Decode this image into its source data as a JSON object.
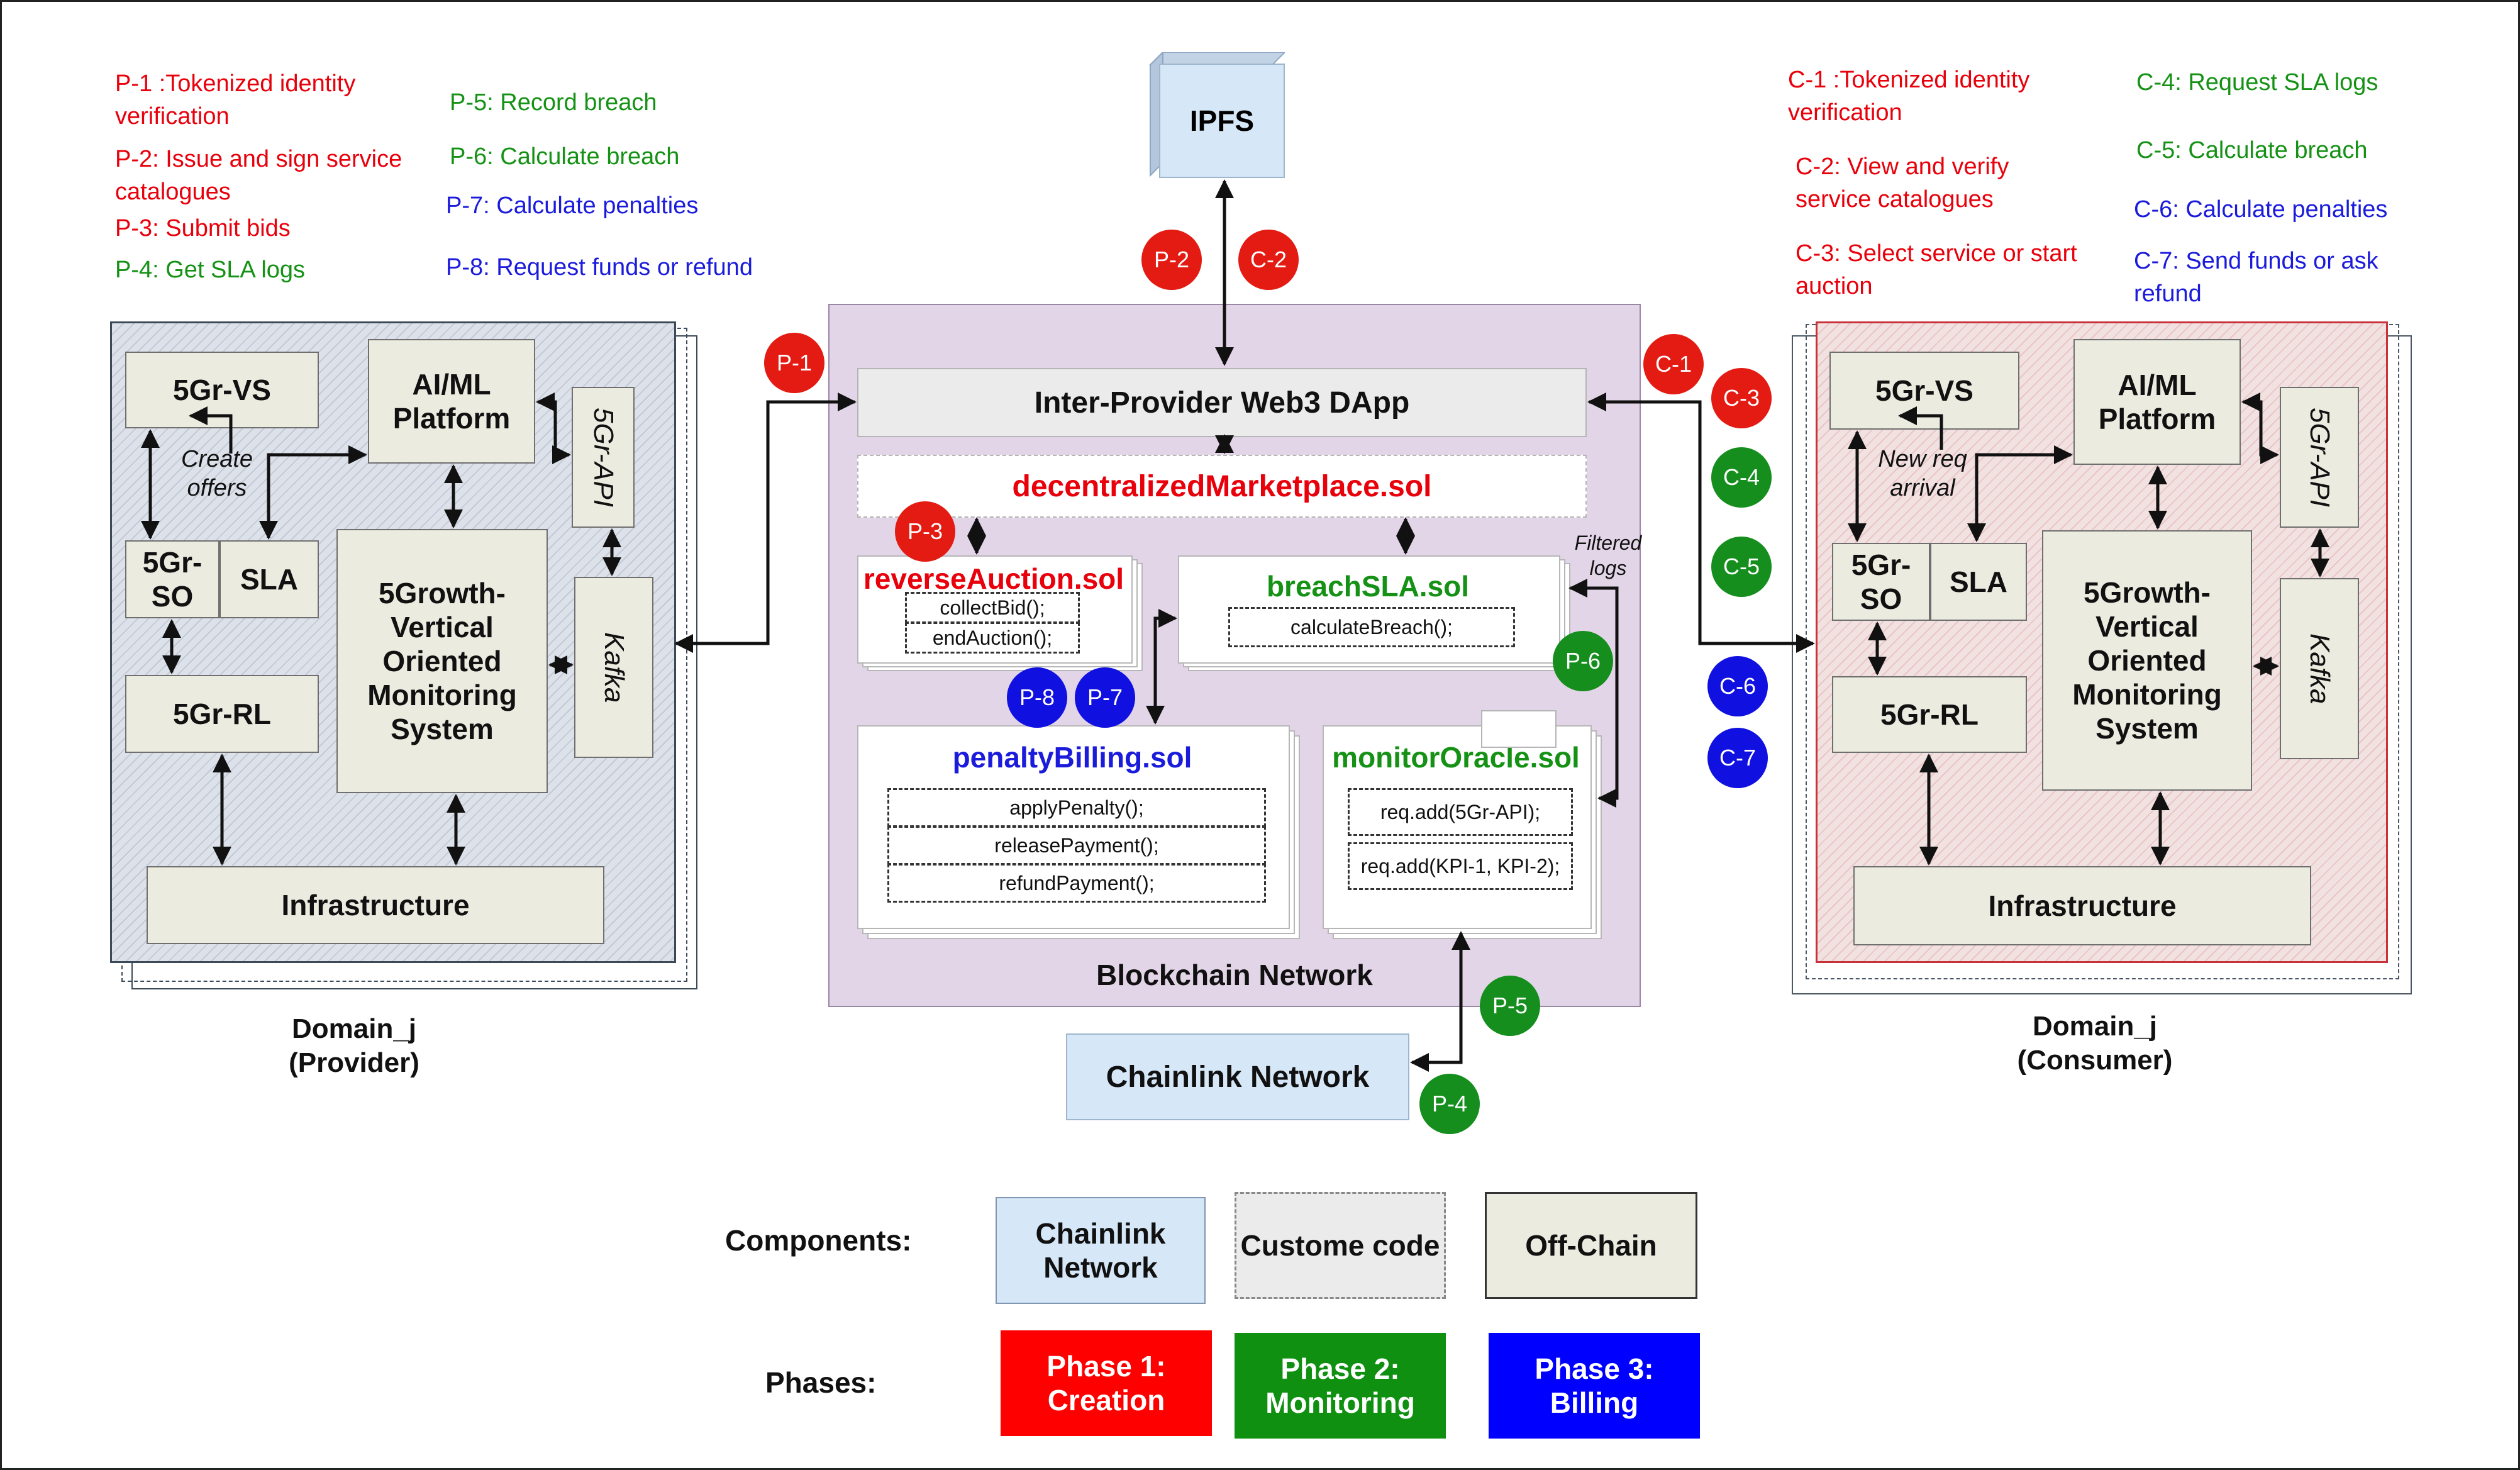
{
  "colors": {
    "red": "#e8000b",
    "green": "#159215",
    "blue": "#1b1bdc",
    "blockchain_bg": "#e3d5e8",
    "chainlink_bg": "#d6e7f7",
    "offchain_bg": "#ecebe0",
    "custom_code_bg": "#ebebeb"
  },
  "provider_steps": {
    "col1": [
      {
        "id": "p1",
        "text": "P-1 :Tokenized identity verification",
        "color": "red"
      },
      {
        "id": "p2",
        "text": "P-2: Issue and sign service catalogues",
        "color": "red"
      },
      {
        "id": "p3",
        "text": "P-3: Submit bids",
        "color": "red"
      },
      {
        "id": "p4",
        "text": "P-4: Get SLA logs",
        "color": "green"
      }
    ],
    "col2": [
      {
        "id": "p5",
        "text": "P-5: Record breach",
        "color": "green"
      },
      {
        "id": "p6",
        "text": "P-6: Calculate breach",
        "color": "green"
      },
      {
        "id": "p7",
        "text": "P-7: Calculate penalties",
        "color": "blue"
      },
      {
        "id": "p8",
        "text": "P-8: Request funds or refund",
        "color": "blue"
      }
    ]
  },
  "consumer_steps": {
    "col1": [
      {
        "id": "c1",
        "text": "C-1 :Tokenized identity verification",
        "color": "red"
      },
      {
        "id": "c2",
        "text": "C-2: View and verify service catalogues",
        "color": "red"
      },
      {
        "id": "c3",
        "text": "C-3: Select service or start auction",
        "color": "red"
      }
    ],
    "col2": [
      {
        "id": "c4",
        "text": "C-4: Request SLA logs",
        "color": "green"
      },
      {
        "id": "c5",
        "text": "C-5: Calculate breach",
        "color": "green"
      },
      {
        "id": "c6",
        "text": "C-6: Calculate penalties",
        "color": "blue"
      },
      {
        "id": "c7",
        "text": "C-7: Send funds or ask refund",
        "color": "blue"
      }
    ]
  },
  "provider_domain": {
    "vs": "5Gr-VS",
    "aiml": "AI/ML Platform",
    "api": "5Gr-API",
    "so": "5Gr-SO",
    "sla": "SLA",
    "vom": "5Growth-Vertical Oriented Monitoring System",
    "kafka": "Kafka",
    "rl": "5Gr-RL",
    "infra": "Infrastructure",
    "note": "Create offers",
    "label_line1": "Domain_j",
    "label_line2": "(Provider)"
  },
  "consumer_domain": {
    "vs": "5Gr-VS",
    "aiml": "AI/ML Platform",
    "api": "5Gr-API",
    "so": "5Gr-SO",
    "sla": "SLA",
    "vom": "5Growth-Vertical Oriented Monitoring System",
    "kafka": "Kafka",
    "rl": "5Gr-RL",
    "infra": "Infrastructure",
    "note": "New req arrival",
    "label_line1": "Domain_j",
    "label_line2": "(Consumer)"
  },
  "center": {
    "ipfs": "IPFS",
    "dapp": "Inter-Provider Web3 DApp",
    "marketplace": "decentralizedMarketplace.sol",
    "blockchain_label": "Blockchain Network",
    "chainlink": "Chainlink Network",
    "filtered_logs": "Filtered logs",
    "reverse_auction": {
      "title": "reverseAuction.sol",
      "fns": [
        "collectBid();",
        "endAuction();"
      ]
    },
    "breach_sla": {
      "title": "breachSLA.sol",
      "fns": [
        "calculateBreach();"
      ]
    },
    "penalty_billing": {
      "title": "penaltyBilling.sol",
      "fns": [
        "applyPenalty();",
        "releasePayment();",
        "refundPayment();"
      ]
    },
    "monitor_oracle": {
      "title": "monitorOracle.sol",
      "fns": [
        "req.add(5Gr-API);",
        "req.add(KPI-1, KPI-2);"
      ]
    }
  },
  "badges": {
    "p1": "P-1",
    "p2": "P-2",
    "p3": "P-3",
    "p4": "P-4",
    "p5": "P-5",
    "p6": "P-6",
    "p7": "P-7",
    "p8": "P-8",
    "c1": "C-1",
    "c2": "C-2",
    "c3": "C-3",
    "c4": "C-4",
    "c5": "C-5",
    "c6": "C-6",
    "c7": "C-7"
  },
  "legend": {
    "components_label": "Components:",
    "phases_label": "Phases:",
    "chainlink": "Chainlink Network",
    "custom_code": "Custome code",
    "offchain": "Off-Chain",
    "phase1": "Phase 1: Creation",
    "phase2": "Phase 2: Monitoring",
    "phase3": "Phase 3: Billing"
  }
}
